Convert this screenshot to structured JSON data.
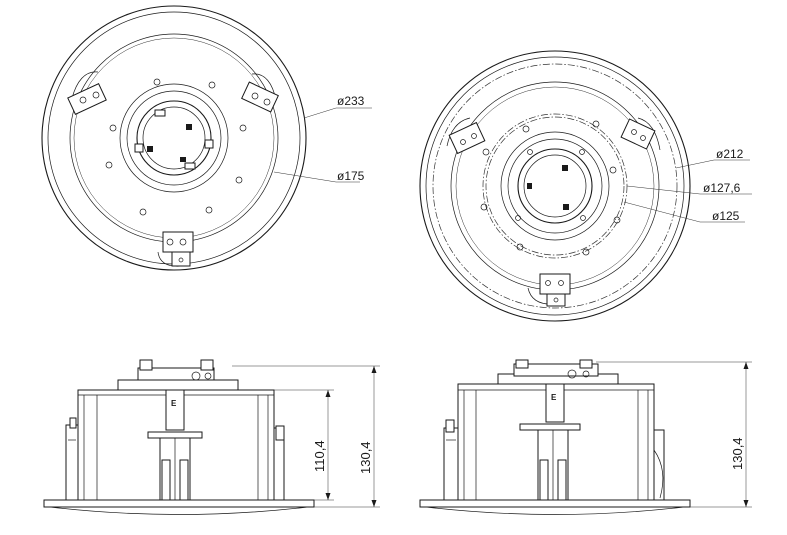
{
  "top_left": {
    "dim_outer": "ø233",
    "dim_inner": "ø175"
  },
  "top_right": {
    "dim_outer": "ø212",
    "dim_mid": "ø127,6",
    "dim_inner": "ø125"
  },
  "side_left": {
    "dim_body": "110,4",
    "dim_total": "130,4",
    "bracket_mark": "E"
  },
  "side_right": {
    "dim_total": "130,4",
    "bracket_mark": "E"
  },
  "colors": {
    "line": "#1a1a1a",
    "background": "#ffffff"
  }
}
